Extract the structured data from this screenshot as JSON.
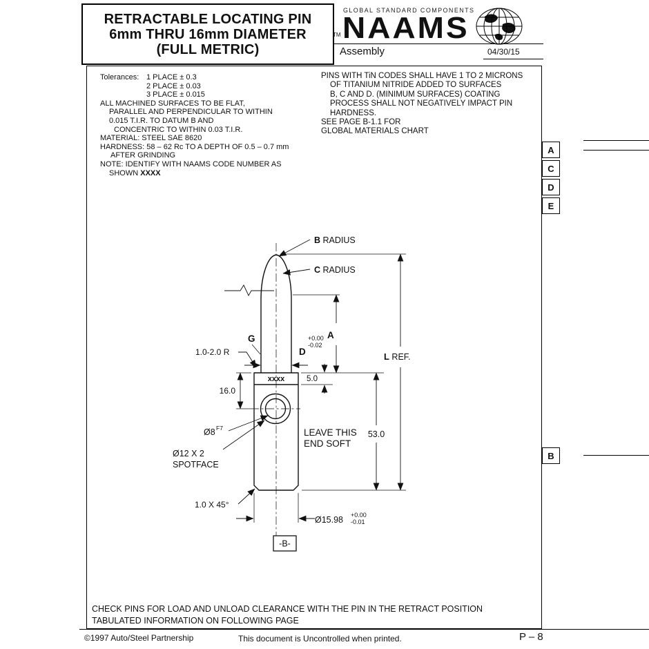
{
  "header": {
    "title_lines": [
      "RETRACTABLE LOCATING PIN",
      "6mm THRU 16mm DIAMETER",
      "(FULL METRIC)"
    ],
    "brand_tagline": "GLOBAL STANDARD COMPONENTS",
    "brand_tm": "TM",
    "brand_name": "NAAMS",
    "subtitle": "Assembly",
    "date": "04/30/15"
  },
  "zones": {
    "a": "A",
    "c": "C",
    "d": "D",
    "e": "E",
    "b": "B"
  },
  "notes_left": {
    "tolerances_label": "Tolerances:",
    "tolerances": [
      "1 PLACE ± 0.3",
      "2 PLACE ± 0.03",
      "3 PLACE ± 0.015"
    ],
    "lines": [
      "ALL MACHINED SURFACES TO BE FLAT,",
      "PARALLEL AND PERPENDICULAR TO WITHIN",
      "0.015 T.I.R. TO DATUM B AND",
      "CONCENTRIC TO WITHIN 0.03 T.I.R.",
      "MATERIAL: STEEL SAE 8620",
      "HARDNESS: 58 – 62 Rc TO A DEPTH OF 0.5 – 0.7 mm",
      "AFTER GRINDING",
      "NOTE: IDENTIFY WITH NAAMS CODE NUMBER AS"
    ],
    "note_last_prefix": "SHOWN ",
    "note_last_bold": "XXXX"
  },
  "notes_right": {
    "lines": [
      "PINS WITH TiN CODES SHALL HAVE 1 TO 2 MICRONS",
      "OF TITANIUM NITRIDE ADDED TO SURFACES",
      "B, C AND D. (MINIMUM SURFACES) COATING",
      "PROCESS SHALL NOT NEGATIVELY IMPACT PIN",
      "HARDNESS.",
      "SEE PAGE B-1.1 FOR",
      "GLOBAL MATERIALS CHART"
    ]
  },
  "drawing": {
    "labels": {
      "b_radius_letter": "B",
      "b_radius_word": " RADIUS",
      "c_radius_letter": "C",
      "c_radius_word": " RADIUS",
      "g": "G",
      "d": "D",
      "d_tol_plus": "+0.00",
      "d_tol_minus": "-0.02",
      "a": "A",
      "l_letter": "L",
      "l_word": " REF.",
      "fillet": "1.0-2.0 R",
      "code": "xxxx",
      "dim_16": "16.0",
      "dim_5": "5.0",
      "dia8": "Ø8",
      "dia8_fit": "F7",
      "dia12_line1": "Ø12 X 2",
      "dia12_line2": "SPOTFACE",
      "soft_line1": "LEAVE THIS",
      "soft_line2": "END SOFT",
      "dim_53": "53.0",
      "chamfer": "1.0 X 45°",
      "dia1598": "Ø15.98",
      "dia1598_tol_plus": "+0.00",
      "dia1598_tol_minus": "-0.01",
      "datum": "-B-"
    }
  },
  "bottom_notes": {
    "line1": "CHECK PINS FOR LOAD AND UNLOAD CLEARANCE WITH THE PIN IN THE RETRACT POSITION",
    "line2": "TABULATED INFORMATION ON FOLLOWING PAGE"
  },
  "footer": {
    "copyright": "©1997 Auto/Steel Partnership",
    "center": "This document is Uncontrolled when printed.",
    "page": "P – 8"
  }
}
